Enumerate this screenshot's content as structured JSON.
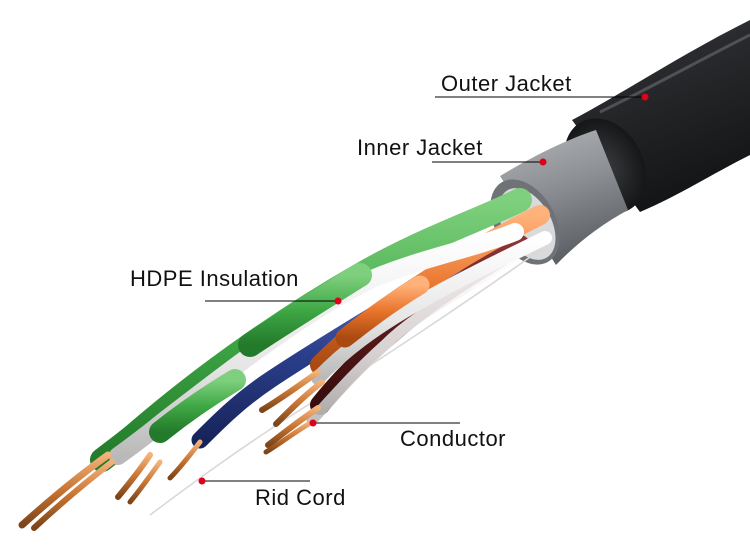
{
  "labels": {
    "outer_jacket": "Outer Jacket",
    "inner_jacket": "Inner Jacket",
    "hdpe_insulation": "HDPE Insulation",
    "conductor": "Conductor",
    "rid_cord": "Rid Cord"
  },
  "colors": {
    "outer_jacket": "#1e1f21",
    "inner_jacket": "#8a8d90",
    "green_insulation": "#3fa845",
    "orange_insulation": "#e8732a",
    "blue_insulation": "#2b3f8c",
    "brown_insulation": "#5a1a1a",
    "white_insulation": "#ececec",
    "copper_conductor": "#c87533",
    "callout_dot": "#e0001a",
    "callout_line": "#000000"
  }
}
